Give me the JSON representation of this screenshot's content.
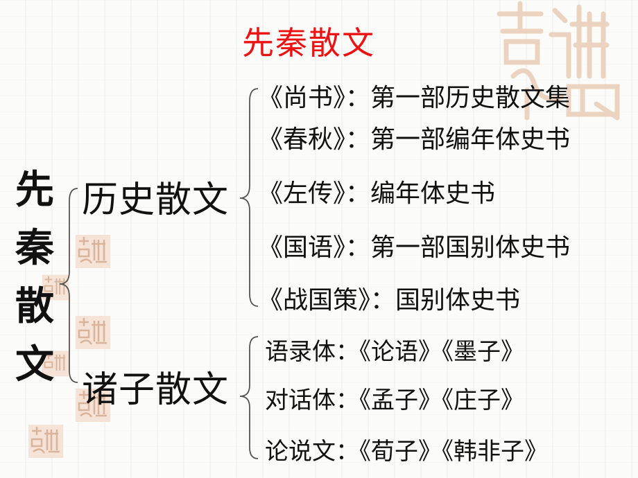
{
  "title": "先秦散文",
  "root_label": "先秦散文",
  "categories": [
    {
      "label": "历史散文",
      "items": [
        "《尚书》：第一部历史散文集",
        "《春秋》：第一部编年体史书",
        "《左传》：编年体史书",
        "《国语》：第一部国别体史书",
        "《战国策》：国别体史书"
      ]
    },
    {
      "label": "诸子散文",
      "items": [
        "语录体：《论语》《墨子》",
        "对话体：《孟子》《庄子》",
        "论说文：《荀子》《韩非子》"
      ]
    }
  ],
  "colors": {
    "title": "#ee1111",
    "text": "#111111",
    "seal": "#e8c9b3"
  },
  "decorations": [
    "auspicious-seal-icon"
  ]
}
